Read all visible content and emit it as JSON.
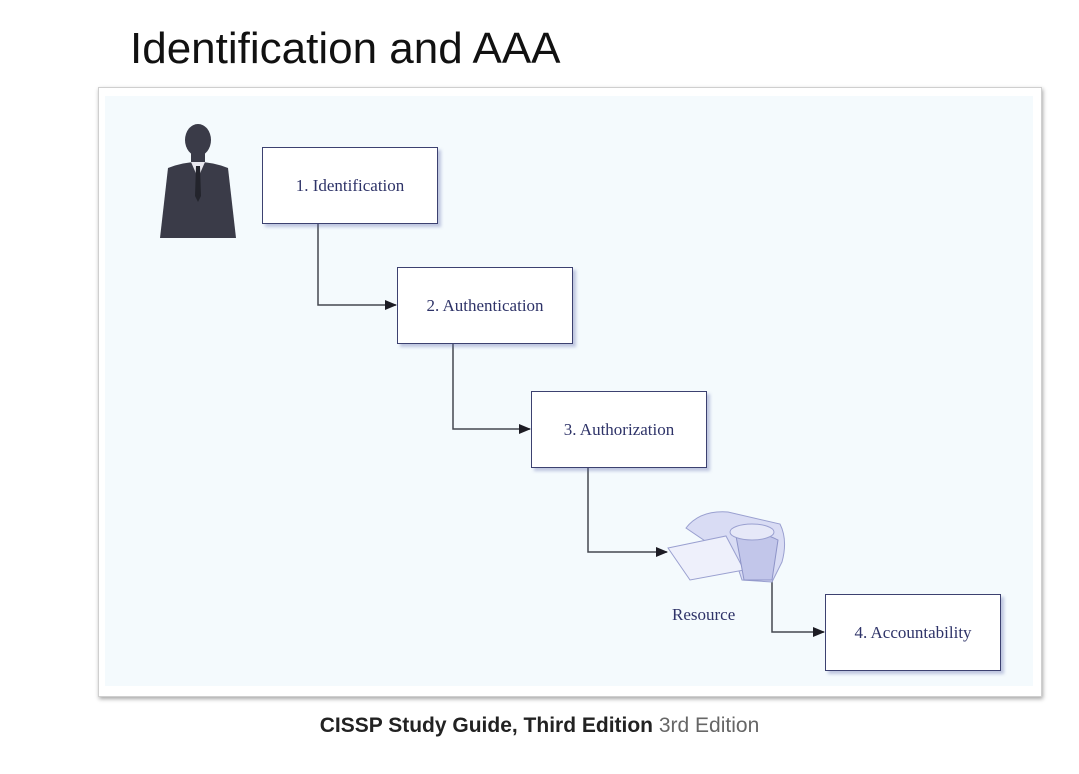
{
  "slide": {
    "title": "Identification and AAA"
  },
  "diagram": {
    "steps": [
      {
        "label": "1. Identification"
      },
      {
        "label": "2. Authentication"
      },
      {
        "label": "3. Authorization"
      },
      {
        "label": "4. Accountability"
      }
    ],
    "resource_label": "Resource",
    "icons": [
      "person-icon",
      "resource-computer-icon"
    ],
    "colors": {
      "box_border": "#3c4170",
      "text": "#2e3368",
      "background": "#f4fafd",
      "person": "#3a3b48"
    }
  },
  "caption": {
    "title": "CISSP Study Guide, Third Edition",
    "edition": "3rd Edition"
  }
}
